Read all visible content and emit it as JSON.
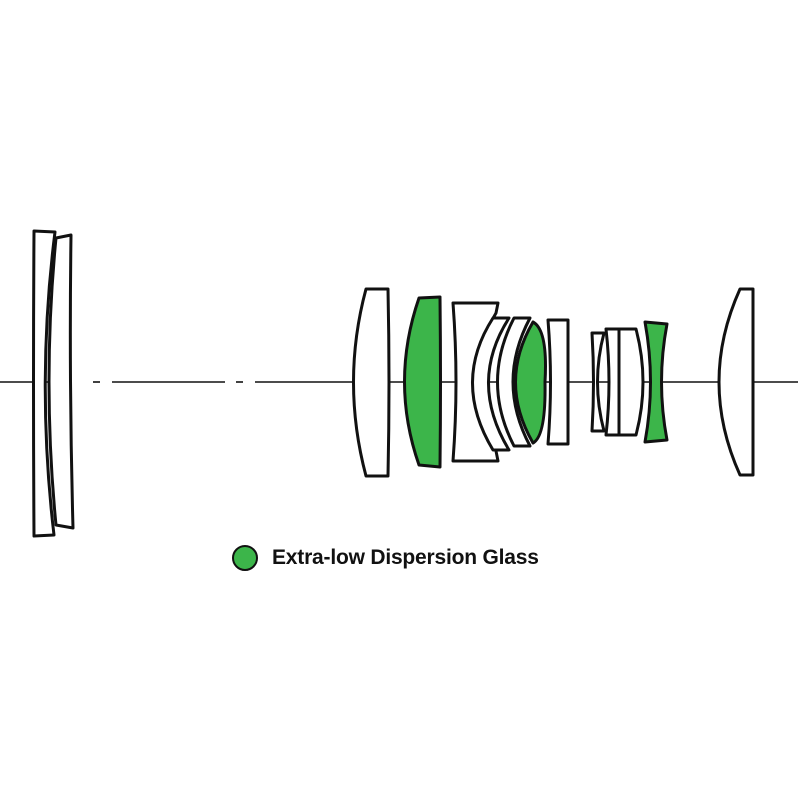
{
  "legend": {
    "label": "Extra-low Dispersion Glass",
    "swatch_color": "#3cb54a"
  },
  "colors": {
    "ed_glass": "#3cb54a",
    "standard_glass": "#ffffff",
    "outline": "#111111"
  },
  "elements": [
    {
      "id": 1,
      "group": 1,
      "glass": "standard"
    },
    {
      "id": 2,
      "group": 1,
      "glass": "standard"
    },
    {
      "id": 3,
      "group": 2,
      "glass": "standard"
    },
    {
      "id": 4,
      "group": 2,
      "glass": "ed"
    },
    {
      "id": 5,
      "group": 2,
      "glass": "standard"
    },
    {
      "id": 6,
      "group": 2,
      "glass": "standard"
    },
    {
      "id": 7,
      "group": 2,
      "glass": "standard"
    },
    {
      "id": 8,
      "group": 2,
      "glass": "ed"
    },
    {
      "id": 9,
      "group": 2,
      "glass": "standard"
    },
    {
      "id": 10,
      "group": 3,
      "glass": "standard"
    },
    {
      "id": 11,
      "group": 3,
      "glass": "standard"
    },
    {
      "id": 12,
      "group": 3,
      "glass": "standard"
    },
    {
      "id": 13,
      "group": 3,
      "glass": "ed"
    },
    {
      "id": 14,
      "group": 4,
      "glass": "standard"
    }
  ]
}
